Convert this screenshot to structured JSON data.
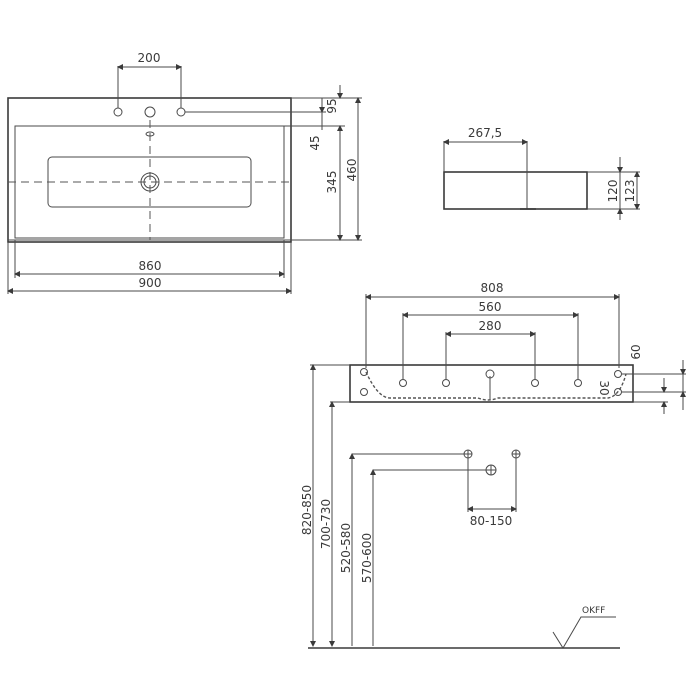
{
  "top_view": {
    "tap_hole_spacing": "200",
    "depth_tap_to_back": "95",
    "depth_overflow": "45",
    "basin_depth": "345",
    "total_depth": "460",
    "inner_width": "860",
    "total_width": "900"
  },
  "side_view": {
    "offset": "267,5",
    "height_inner": "120",
    "height_total": "123"
  },
  "rear_view": {
    "bracket_span": "808",
    "mid_span": "560",
    "inner_span": "280",
    "vertical_offset": "60",
    "lower_offset": "30"
  },
  "installation": {
    "mounting_height": "820-850",
    "bracket_height": "700-730",
    "water_supply_height": "520-580",
    "drain_height": "570-600",
    "supply_spacing": "80-150",
    "floor_label": "OKFF"
  }
}
